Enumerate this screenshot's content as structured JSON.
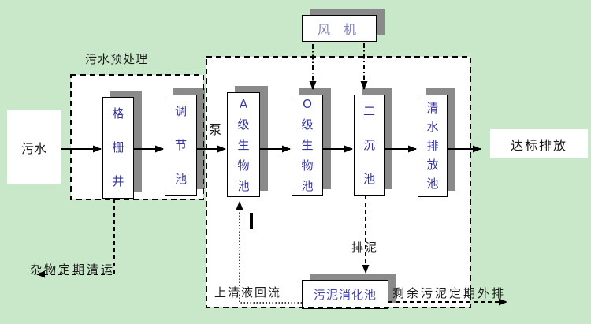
{
  "diagram": {
    "pretreatment_title": "污水预处理",
    "influent": "污水",
    "pump": "泵",
    "blower": "风 机",
    "effluent": "达标排放",
    "debris_note": "杂物定期清运",
    "supernatant_note": "上清液回流",
    "sludge_note": "排泥",
    "excess_sludge_note": "剩余污泥定期外排",
    "tanks": {
      "grid_well": "格栅井",
      "regulating": "调节池",
      "a_bio": "A级生物池",
      "o_bio": "O级生物池",
      "secondary_sed": "二沉池",
      "clear_discharge": "清水排放池",
      "digestion": "污泥消化池"
    },
    "edges": [
      "污水 → 格栅井",
      "格栅井 → 调节池",
      "调节池 →(泵) A级生物池",
      "A级生物池 → O级生物池",
      "O级生物池 → 二沉池",
      "二沉池 → 清水排放池",
      "清水排放池 → 达标排放",
      "风机 ⇢ O级生物池",
      "风机 ⇢ 二沉池",
      "格栅井 ⇢ 杂物定期清运",
      "二沉池 ⇢(排泥) 污泥消化池",
      "污泥消化池 ⇠(上清液回流)⇢ A级生物池",
      "污泥消化池 ⇢ 剩余污泥定期外排"
    ],
    "colors": {
      "background": "#c9e7c9",
      "panel": "#ffffff",
      "shadow": "#8a8a8a",
      "tank_text": "#3535a0",
      "blower_text": "#8585c0",
      "digestion_text": "#4444b0",
      "line": "#000000",
      "label_text": "#1a1a1a"
    }
  }
}
